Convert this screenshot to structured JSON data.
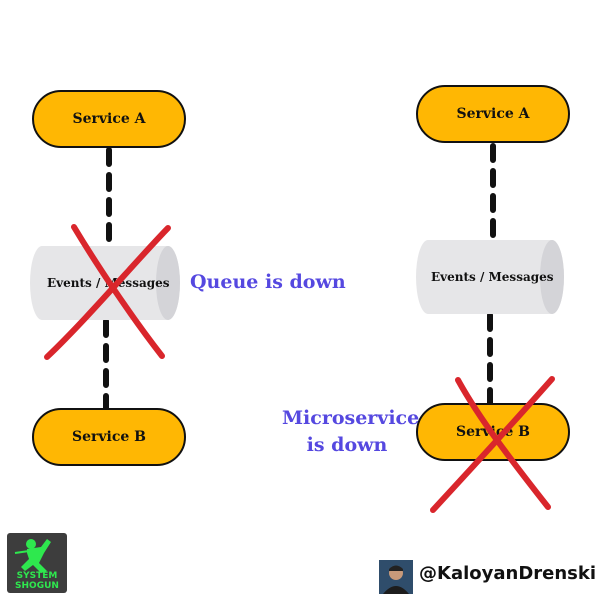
{
  "left": {
    "service_a": "Service A",
    "queue_label": "Events / Messages",
    "service_b": "Service B",
    "status": "Queue is down"
  },
  "right": {
    "service_a": "Service A",
    "queue_label": "Events / Messages",
    "service_b": "Service B",
    "status_line1": "Microservice",
    "status_line2": "is down"
  },
  "footer": {
    "logo_text_line1": "SYSTEM",
    "logo_text_line2": "SHOGUN",
    "handle": "@KaloyanDrenski"
  },
  "colors": {
    "service_fill": "#ffb703",
    "queue_fill": "#e6e6e8",
    "cross": "#d9262c",
    "status_text": "#5548e0",
    "logo_green": "#2ee84e"
  }
}
